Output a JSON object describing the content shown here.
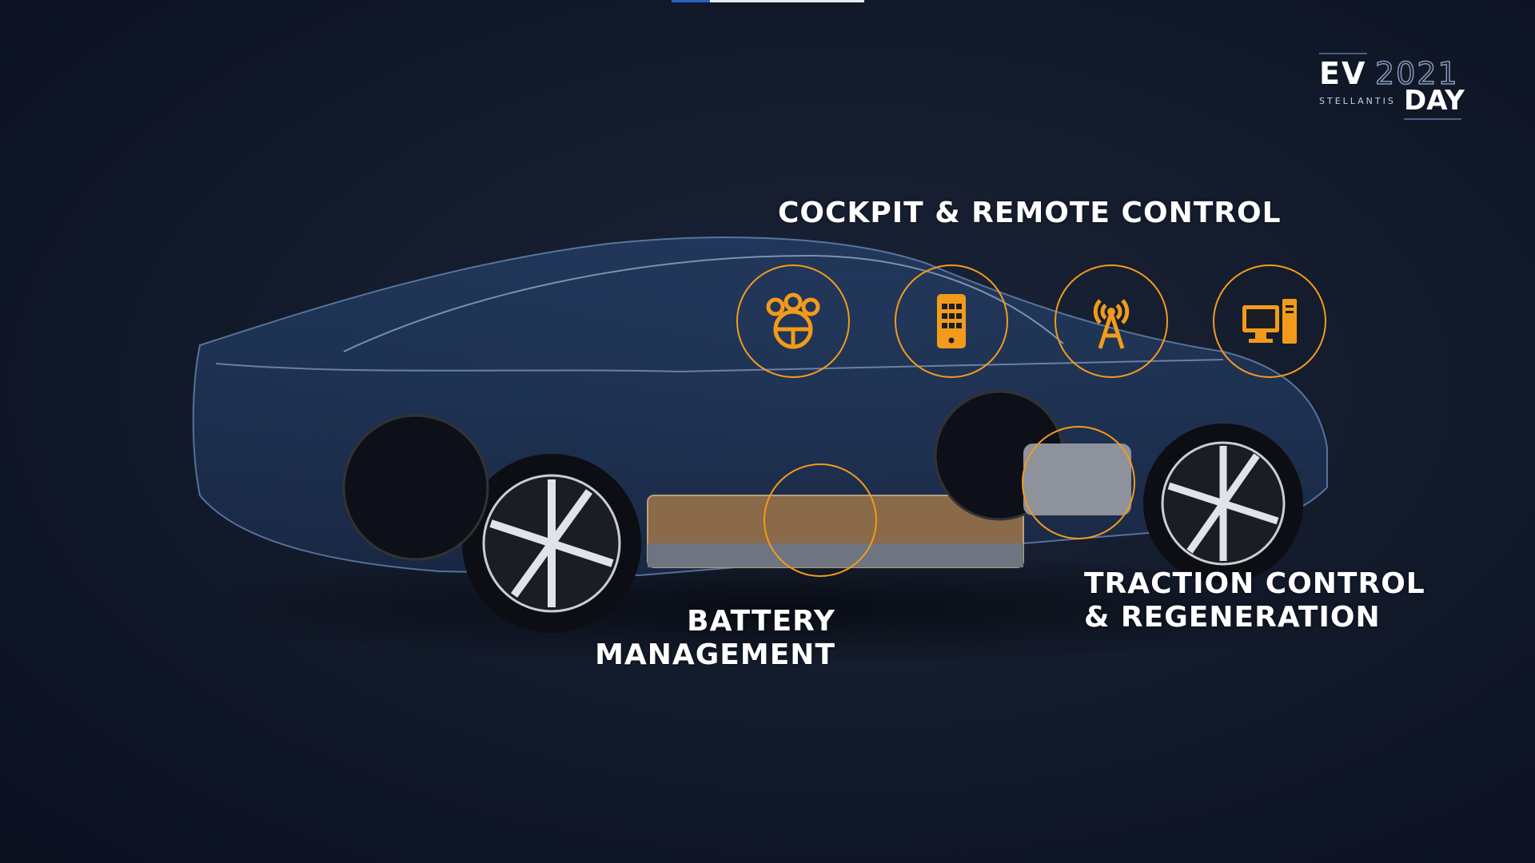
{
  "video_progress": {
    "buffered_fraction": 1.0,
    "played_fraction": 0.2
  },
  "logo": {
    "ev": "EV",
    "year": "2021",
    "brand": "STELLANTIS",
    "day": "DAY"
  },
  "labels": {
    "cockpit": "COCKPIT & REMOTE CONTROL",
    "battery_line1": "BATTERY",
    "battery_line2": "MANAGEMENT",
    "traction_line1": "TRACTION CONTROL",
    "traction_line2": "& REGENERATION"
  },
  "icons": [
    "steering-gauges-icon",
    "smartphone-icon",
    "antenna-tower-icon",
    "desktop-computer-icon"
  ],
  "colors": {
    "accent": "#f29b1b",
    "background": "#131b2c",
    "text": "#ffffff"
  }
}
